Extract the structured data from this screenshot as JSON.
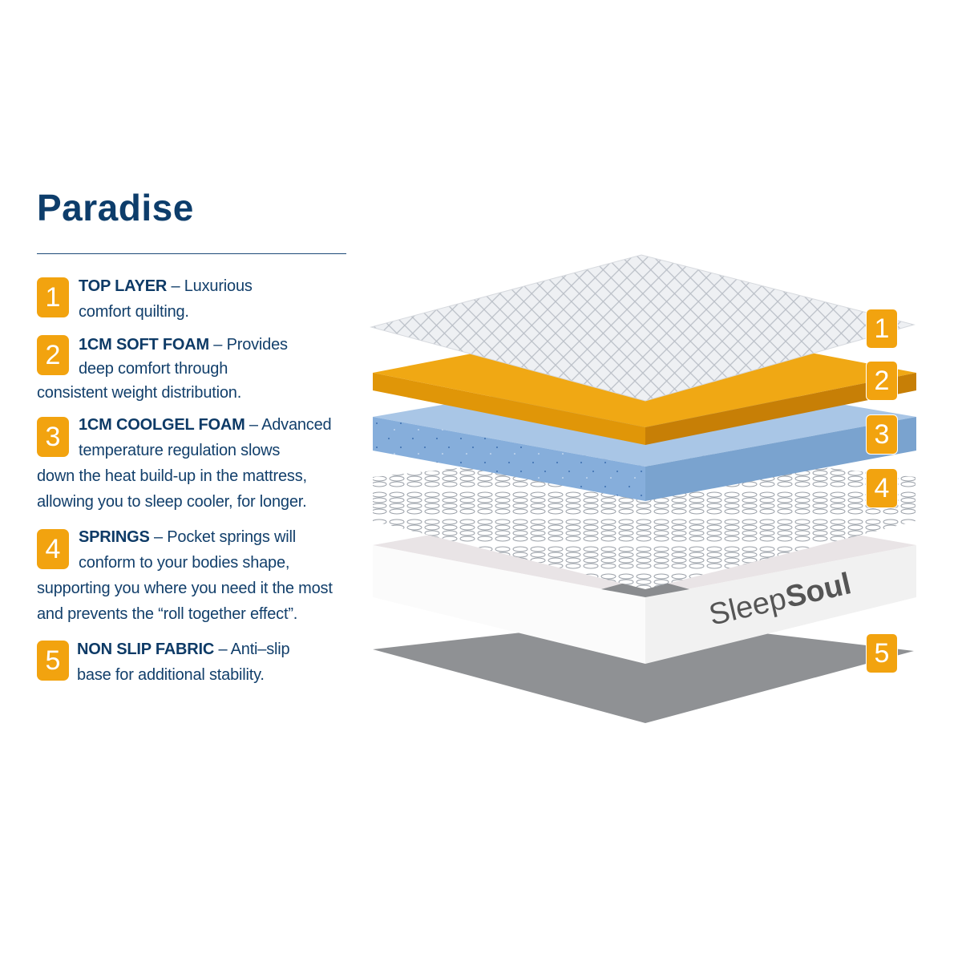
{
  "title": "Paradise",
  "items": [
    {
      "number": "1",
      "heading": "TOP LAYER",
      "lines": [
        " – Luxurious",
        "comfort quilting."
      ]
    },
    {
      "number": "2",
      "heading": "1CM SOFT FOAM",
      "lines": [
        " – Provides",
        "deep comfort through",
        "consistent weight distribution."
      ]
    },
    {
      "number": "3",
      "heading": "1CM COOLGEL FOAM",
      "lines": [
        " – Advanced",
        "temperature regulation slows",
        "down the heat build-up in the mattress,",
        "allowing you to sleep cooler, for longer."
      ]
    },
    {
      "number": "4",
      "heading": "SPRINGS",
      "lines": [
        " – Pocket springs will",
        "conform to your bodies shape,",
        "supporting you where you need it the most",
        "and prevents the “roll together effect”."
      ]
    },
    {
      "number": "5",
      "heading": "NON SLIP FABRIC",
      "lines": [
        " – Anti–slip",
        "base for additional stability."
      ]
    }
  ],
  "logo": {
    "brand_a": "Sleep",
    "brand_b": "Soul"
  },
  "colors": {
    "navy": "#0d3d6b",
    "orange": "#f2a30f",
    "blue_foam": "#7fa9d6"
  }
}
